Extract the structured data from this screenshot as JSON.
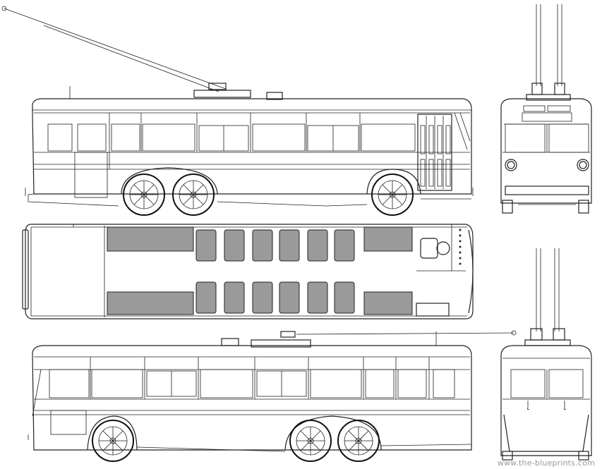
{
  "watermark": "www.the-blueprints.com",
  "views": [
    "side-left",
    "top",
    "side-right",
    "front",
    "rear"
  ]
}
